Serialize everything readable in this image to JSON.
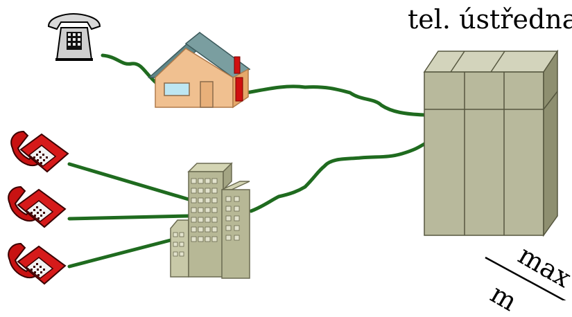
{
  "exchange": {
    "title": "tel. ústředna"
  },
  "fraction": {
    "numerator": "max",
    "denominator": "m"
  },
  "icons": {
    "desk_phone": "desk-phone-icon",
    "red_phone": "red-phone-icon",
    "house": "house-icon",
    "office_building": "office-building-icon",
    "exchange_cabinet": "exchange-cabinet-icon"
  },
  "colors": {
    "wire": "#1f6b1f",
    "phone_red": "#d01010",
    "house_wall": "#f0c090",
    "house_roof": "#6a8f90",
    "building": "#b7b896",
    "cabinet": "#b8b99c"
  }
}
